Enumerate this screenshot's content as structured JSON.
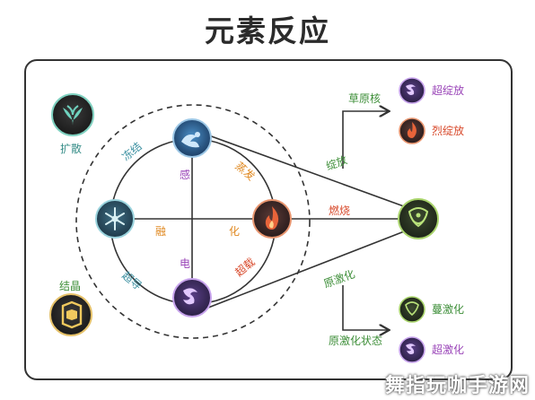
{
  "title": "元素反应",
  "labels": {
    "swirl": "扩散",
    "crystallize": "结晶",
    "frozen": "冻结",
    "superconduct": "超导",
    "evaporate": "蒸发",
    "overload": "超载",
    "electro_charged": "感",
    "electro_charged_2": "电",
    "melt": "融",
    "melt_2": "化",
    "bloom": "绽放",
    "burning": "燃烧",
    "quicken": "原激化",
    "bloom_branch_title": "草原核",
    "hyperbloom": "超绽放",
    "burgeon": "烈绽放",
    "quicken_state": "原激化状态",
    "spread": "蔓激化",
    "aggravate": "超激化"
  },
  "watermark": "舞指玩咖手游网",
  "colors": {
    "hydro": "#2f6fa3",
    "cryo": "#4a97a6",
    "pyro": "#d8563a",
    "electro": "#8a4ec1",
    "dendro": "#5b9a2e",
    "anemo": "#2e8f86",
    "geo": "#c99a2e",
    "green_text": "#3f8f3a",
    "purple_text": "#9a45b8",
    "orange_text": "#e08a23",
    "teal_text": "#3a8fa0",
    "red_text": "#d84a2c"
  },
  "icons": {
    "anemo": "anemo-icon",
    "geo": "geo-icon",
    "hydro": "hydro-icon",
    "cryo": "cryo-icon",
    "pyro": "pyro-icon",
    "electro": "electro-icon",
    "dendro": "dendro-icon"
  }
}
